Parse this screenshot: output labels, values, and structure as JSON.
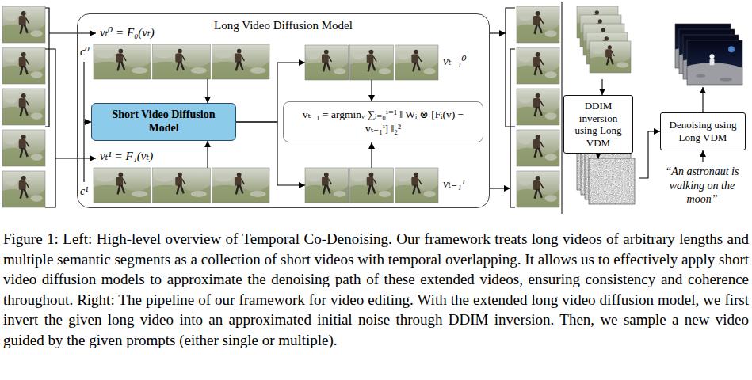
{
  "diagram": {
    "caption": "Figure 1: Left: High-level overview of Temporal Co-Denoising. Our framework treats long videos of arbitrary lengths and multiple semantic segments as a collection of short videos with temporal overlapping. It allows us to effectively apply short video diffusion models to approximate the denoising path of these extended videos, ensuring consistency and coherence throughout. Right: The pipeline of our framework for video editing. With the extended long video diffusion model, we first invert the given long video into an approximated initial noise through DDIM inversion. Then, we sample a new video guided by the given prompts (either single or multiple).",
    "nodes": [
      {
        "text": [
          "Long Video Diffusion Model"
        ]
      },
      {
        "text": [
          "vₜ⁰ = F₀(vₜ)"
        ],
        "in": 0
      },
      {
        "text": [
          "Short Video Diffusion Model"
        ],
        "in": 0
      },
      {
        "text": [
          "vₜ¹ = F₁(vₜ)"
        ],
        "in": 0
      },
      {
        "text": [
          "vₜ₋₁⁰"
        ],
        "in": 0
      },
      {
        "text": [
          "vₜ₋₁ = argminᵥ ∑ᵢ₌₀ⁱ⁼¹ ‖ Wᵢ ⊗ [Fᵢ(v) − vₜ₋₁ⁱ] ‖₂²"
        ],
        "in": 0
      },
      {
        "text": [
          "vₜ₋₁¹"
        ],
        "in": 0
      },
      {
        "text": [
          "DDIM inversion using Long VDM"
        ]
      },
      {
        "text": [
          "Denoising using Long VDM"
        ]
      }
    ],
    "edges": [
      {
        "from": 1,
        "to": 2,
        "arrow": "to"
      },
      {
        "from": 3,
        "to": 2,
        "arrow": "to"
      },
      {
        "from": 2,
        "to": 4,
        "arrow": "to"
      },
      {
        "from": 2,
        "to": 6,
        "arrow": "to"
      },
      {
        "from": 4,
        "to": 5,
        "arrow": "to"
      },
      {
        "from": 6,
        "to": 5,
        "arrow": "to"
      }
    ],
    "labels": [
      "c⁰",
      "c¹",
      "“An astronaut is walking on the moon”"
    ]
  }
}
